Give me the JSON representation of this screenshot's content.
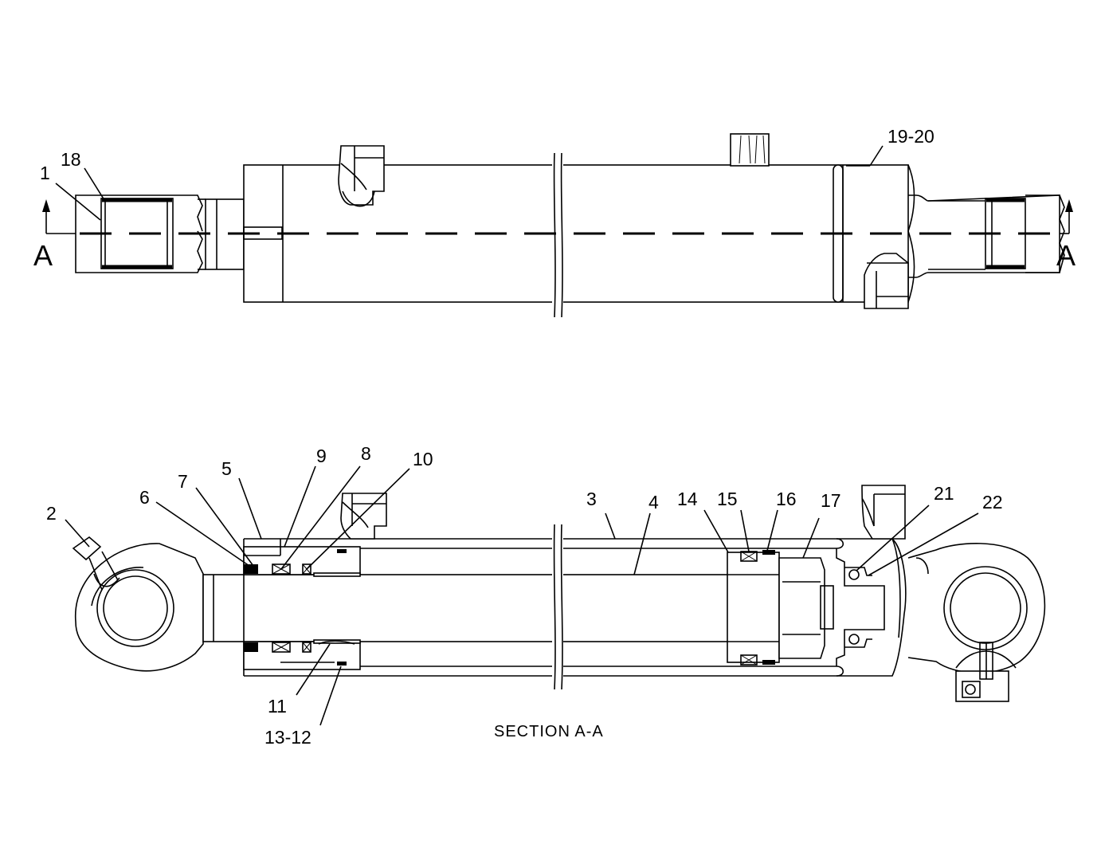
{
  "drawing": {
    "top_view": {
      "section_markers": [
        "A",
        "A"
      ],
      "callouts": [
        "1",
        "18",
        "19-20"
      ]
    },
    "section_view": {
      "title": "SECTION  A-A",
      "callouts": [
        "2",
        "6",
        "7",
        "5",
        "9",
        "8",
        "10",
        "3",
        "4",
        "14",
        "15",
        "16",
        "17",
        "21",
        "22",
        "11",
        "13-12"
      ]
    }
  }
}
